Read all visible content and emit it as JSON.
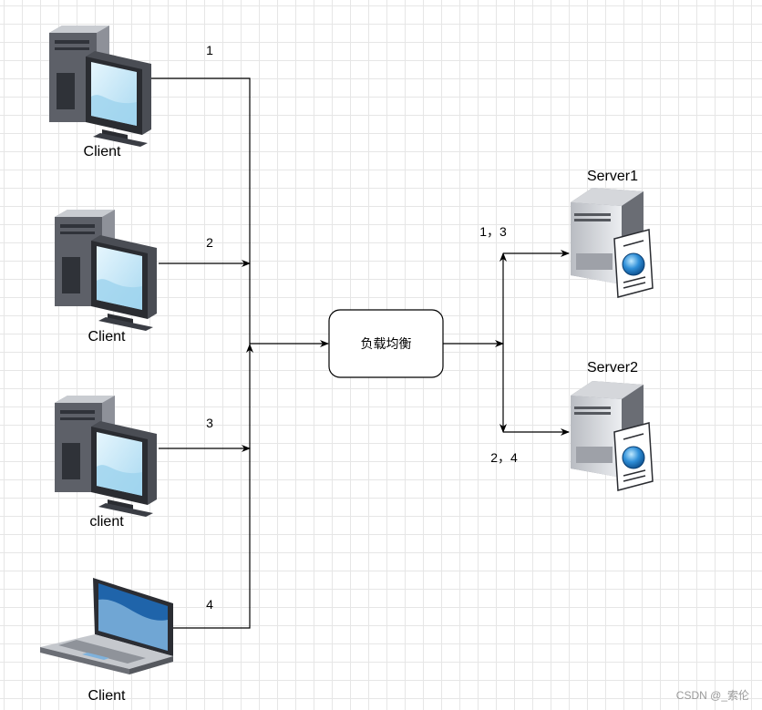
{
  "clients": [
    {
      "label": "Client",
      "link_number": "1",
      "icon": "desktop-computer-icon"
    },
    {
      "label": "Client",
      "link_number": "2",
      "icon": "desktop-computer-icon"
    },
    {
      "label": "client",
      "link_number": "3",
      "icon": "desktop-computer-icon"
    },
    {
      "label": "Client",
      "link_number": "4",
      "icon": "laptop-icon"
    }
  ],
  "load_balancer": {
    "label": "负载均衡"
  },
  "servers": [
    {
      "label": "Server1",
      "requests": "1，3",
      "icon": "server-icon"
    },
    {
      "label": "Server2",
      "requests": "2，4",
      "icon": "server-icon"
    }
  ],
  "watermark": "CSDN @_索伦",
  "colors": {
    "line": "#000000",
    "screen": "#bfe6f8",
    "laptop_screen": "#2f6fb0",
    "tower": "#6b6e76"
  }
}
